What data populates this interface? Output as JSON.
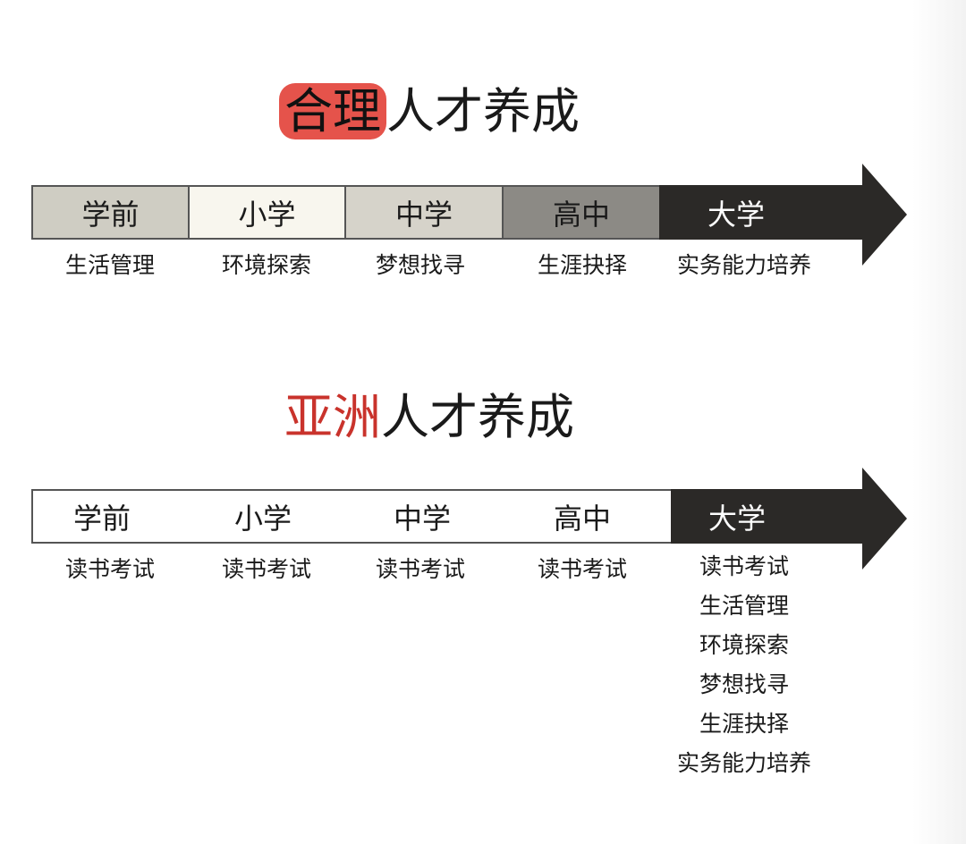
{
  "top": {
    "title_highlight": "合理",
    "title_rest": "人才养成",
    "stages": [
      {
        "label": "学前",
        "desc": "生活管理",
        "color": "#cfcdc3"
      },
      {
        "label": "小学",
        "desc": "环境探索",
        "color": "#f8f6ee"
      },
      {
        "label": "中学",
        "desc": "梦想找寻",
        "color": "#d6d3ca"
      },
      {
        "label": "高中",
        "desc": "生涯抉择",
        "color": "#8c8a85"
      },
      {
        "label": "大学",
        "desc": "实务能力培养",
        "color": "#2b2927"
      }
    ]
  },
  "bottom": {
    "title_highlight": "亚洲",
    "title_rest": "人才养成",
    "stages": [
      {
        "label": "学前",
        "desc": "读书考试"
      },
      {
        "label": "小学",
        "desc": "读书考试"
      },
      {
        "label": "中学",
        "desc": "读书考试"
      },
      {
        "label": "高中",
        "desc": "读书考试"
      },
      {
        "label": "大学",
        "desc": [
          "读书考试",
          "生活管理",
          "环境探索",
          "梦想找寻",
          "生涯抉择",
          "实务能力培养"
        ]
      }
    ]
  }
}
